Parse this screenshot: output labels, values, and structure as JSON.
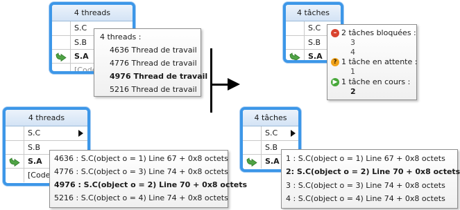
{
  "colors": {
    "node_border": "#3d97e8",
    "blocked": "#d9432f",
    "waiting": "#f0a21a",
    "running": "#48a83a",
    "current_arrow": "#4fa345"
  },
  "top_left": {
    "header": "4 threads",
    "frames": [
      "S.C",
      "S.B",
      "S.A",
      "[Code"
    ],
    "current_icon": "green-arrow-icon",
    "tooltip": {
      "title": "4 threads :",
      "items": [
        "4636 Thread de travail",
        "4776 Thread de travail",
        "4976 Thread de travail",
        "5216 Thread de travail"
      ]
    }
  },
  "top_right": {
    "header": "4 tâches",
    "frames": [
      "S.C",
      "S.B",
      "S.A"
    ],
    "current_icon": "green-arrow-icon",
    "tooltip": {
      "blocked_label": "2 tâches bloquées :",
      "blocked_ids": [
        "3",
        "4"
      ],
      "waiting_label": "1 tâche en attente :",
      "waiting_ids": [
        "1"
      ],
      "running_label": "1 tâche en cours :",
      "running_ids": [
        "2"
      ],
      "icons": [
        "blocked-icon",
        "waiting-icon",
        "running-icon"
      ]
    }
  },
  "bottom_left": {
    "header": "4 threads",
    "frames": [
      "S.C",
      "S.B",
      "S.A",
      "[Code"
    ],
    "expand_icon": "expand-triangle-icon",
    "current_icon": "green-arrow-icon",
    "tooltip": {
      "items": [
        "4636 : S.C(object o = 1) Line 67 + 0x8 octets",
        "4776 : S.C(object o = 3) Line 74 + 0x8 octets",
        "4976 : S.C(object o = 2) Line 70 + 0x8 octets",
        "5216 : S.C(object o = 4) Line 74 + 0x8 octets"
      ]
    }
  },
  "bottom_right": {
    "header": "4 tâches",
    "frames": [
      "S.C",
      "S.B",
      "S.A"
    ],
    "expand_icon": "expand-triangle-icon",
    "current_icon": "green-arrow-icon",
    "tooltip": {
      "items": [
        "1 : S.C(object o = 1) Line 67 + 0x8 octets",
        "2: S.C(object o = 2) Line 70 + 0x8 octets",
        "3 : S.C(object o = 3) Line 74 + 0x8 octets",
        "4 : S.C(object o = 4) Line 74 + 0x8 octets"
      ]
    }
  },
  "flow_icon": "right-arrow-icon"
}
